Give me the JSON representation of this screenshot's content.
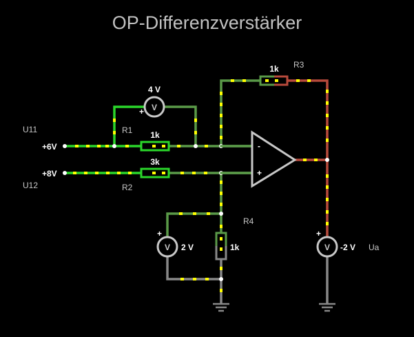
{
  "title": "OP-Differenzverstärker",
  "inputs": {
    "u11_name": "U11",
    "u11_value": "+6V",
    "u12_name": "U12",
    "u12_value": "+8V"
  },
  "resistors": {
    "r1_name": "R1",
    "r1_value": "1k",
    "r2_name": "R2",
    "r2_value": "3k",
    "r3_name": "R3",
    "r3_value": "1k",
    "r4_name": "R4",
    "r4_value": "1k"
  },
  "voltmeters": {
    "symbol": "V",
    "plus": "+",
    "r1_reading": "4 V",
    "r4_reading": "2 V",
    "out_reading": "-2 V",
    "out_name": "Ua"
  },
  "opamp": {
    "minus_sign": "-",
    "plus_sign": "+"
  },
  "colors": {
    "background": "#000000",
    "wire_bright_green": "#2ad62a",
    "wire_green": "#5a9a48",
    "wire_red": "#b84a3c",
    "wire_gray": "#888888",
    "current_dot": "#ffff00",
    "component_gray": "#c8c8c8"
  }
}
